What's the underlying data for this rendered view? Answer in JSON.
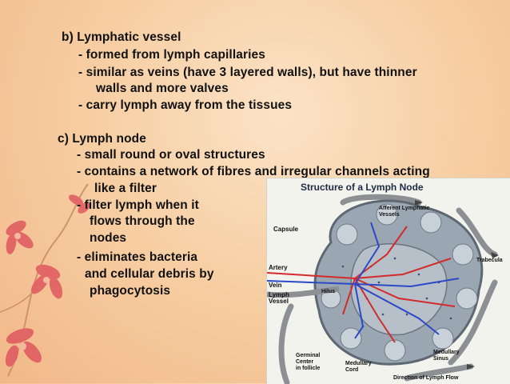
{
  "text": {
    "heading_b": "b) Lymphatic vessel",
    "b1": "- formed from lymph capillaries",
    "b2": "- similar as veins (have 3 layered walls), but have thinner",
    "b2b": "walls and more valves",
    "b3": "- carry lymph away from the tissues",
    "heading_c": "c) Lymph node",
    "c1": "- small round or oval structures",
    "c2": "- contains a network of fibres and irregular channels acting",
    "c2b": "like a filter",
    "c3": "- filter lymph when it",
    "c3b": "flows through the",
    "c3c": "nodes",
    "c4": "- eliminates bacteria",
    "c4b": "and cellular debris by",
    "c4c": "phagocytosis"
  },
  "diagram": {
    "title": "Structure of a Lymph Node",
    "labels": {
      "afferent": "Afferent Lymphatic\nVessels",
      "capsule": "Capsule",
      "trabecula": "Trabecula",
      "artery": "Artery",
      "vein": "Vein",
      "lymph_vessel": "Lymph\nVessel",
      "hilus": "Hilus",
      "germinal": "Germinal\nCenter\nin follicle",
      "medullary_cord": "Medullary\nCord",
      "medullary_sinus": "Medullary\nSinus",
      "direction": "Direction of Lymph Flow"
    }
  },
  "colors": {
    "background": "#f7cfa4",
    "text": "#111111",
    "artery": "#d12b2b",
    "vein": "#2b49c7",
    "node_tissue": "#9aa7b3",
    "flower": "#e0575f"
  }
}
